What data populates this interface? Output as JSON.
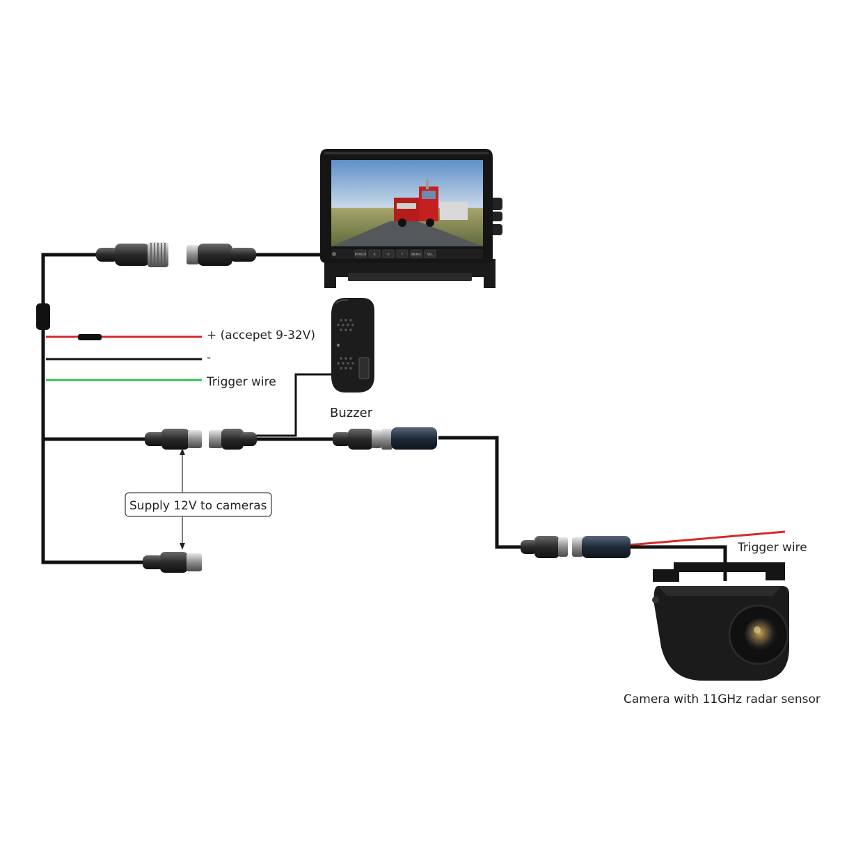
{
  "labels": {
    "positive": "+ (accepet 9-32V)",
    "negative": "-",
    "trigger_left": "Trigger wire",
    "buzzer": "Buzzer",
    "supply": "Supply 12V to cameras",
    "trigger_right": "Trigger wire",
    "camera": "Camera with 11GHz radar sensor"
  },
  "monitor": {
    "buttons": [
      "POWER",
      "A",
      "V",
      "↑",
      "MENU",
      "SEL"
    ]
  },
  "colors": {
    "wire_black": "#111111",
    "wire_red": "#d42a2a",
    "wire_green": "#3cba5a",
    "connector": "#3a3a3a",
    "connector_blue": "#2b3440"
  }
}
